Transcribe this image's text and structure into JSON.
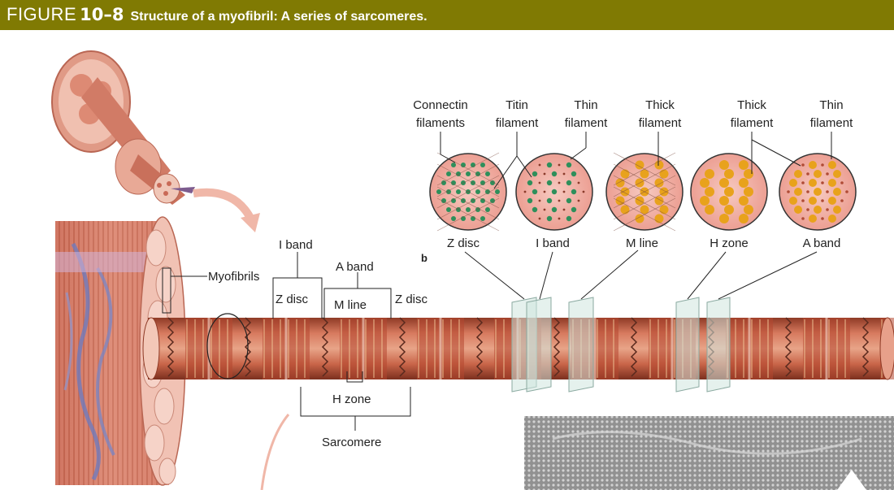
{
  "figure": {
    "label": "FIGURE",
    "number": "10–8",
    "caption": "Structure of a myofibril: A series of sarcomeres.",
    "banner_color": "#807a03"
  },
  "labels": {
    "myofibrils": "Myofibrils",
    "i_band": "I band",
    "a_band": "A band",
    "z_disc_left": "Z disc",
    "m_line": "M line",
    "z_disc_right": "Z disc",
    "h_zone": "H zone",
    "sarcomere": "Sarcomere",
    "panel_b": "b"
  },
  "cross_sections": [
    {
      "top": [
        "Connectin",
        "filaments"
      ],
      "bottom": "Z disc"
    },
    {
      "top": [
        "Titin",
        "filament"
      ],
      "bottom": "I band"
    },
    {
      "top": [
        "Thin",
        "filament"
      ],
      "bottom": ""
    },
    {
      "top": [
        "Thick",
        "filament"
      ],
      "bottom": "M line"
    },
    {
      "top": [
        "Thick",
        "filament"
      ],
      "bottom": "H zone"
    },
    {
      "top": [
        "Thin",
        "filament"
      ],
      "bottom": "A band"
    }
  ],
  "colors": {
    "muscle": "#d8826d",
    "fibril_band": "#b5472f",
    "thick_dot": "#e8a21c",
    "thin_dot": "#2e8f5b"
  }
}
